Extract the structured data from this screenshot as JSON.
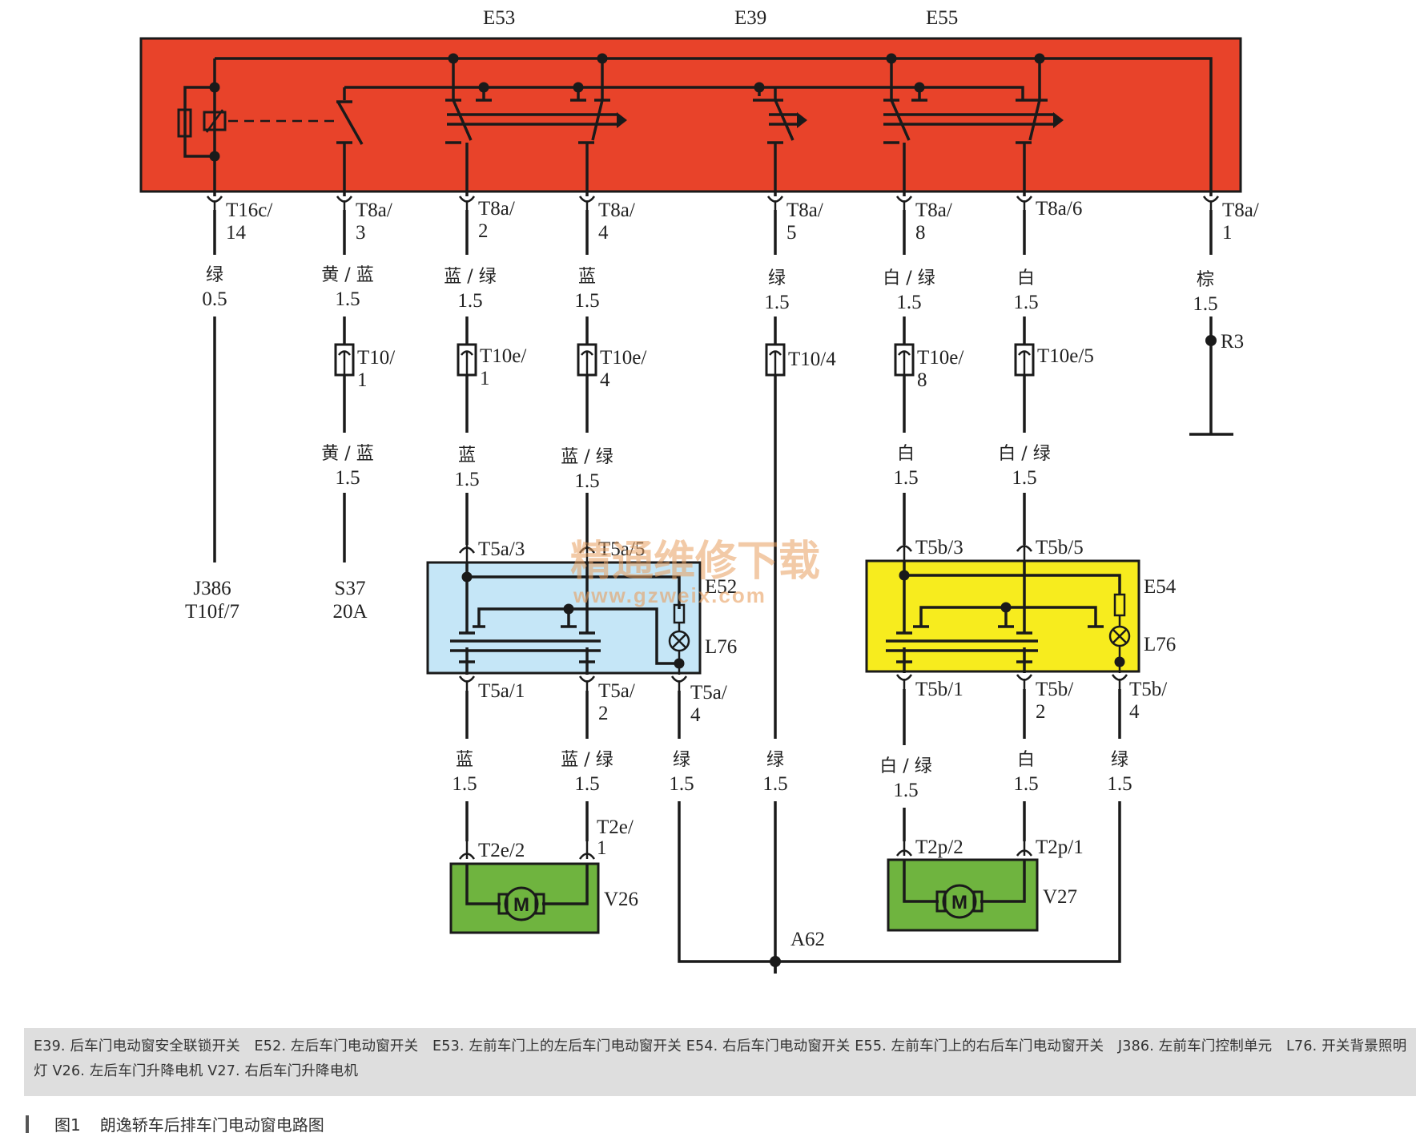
{
  "switch_labels": {
    "e53": "E53",
    "e39": "E39",
    "e55": "E55"
  },
  "pins_top": [
    {
      "a": "T16c/",
      "b": "14"
    },
    {
      "a": "T8a/",
      "b": "3"
    },
    {
      "a": "T8a/",
      "b": "2"
    },
    {
      "a": "T8a/",
      "b": "4"
    },
    {
      "a": "T8a/",
      "b": "5"
    },
    {
      "a": "T8a/",
      "b": "8"
    },
    {
      "a": "T8a/6",
      "b": ""
    },
    {
      "a": "T8a/",
      "b": "1"
    }
  ],
  "wires_upper": [
    {
      "color": "绿",
      "size": "0.5"
    },
    {
      "color": "黄 / 蓝",
      "size": "1.5"
    },
    {
      "color": "蓝 / 绿",
      "size": "1.5"
    },
    {
      "color": "蓝",
      "size": "1.5"
    },
    {
      "color": "绿",
      "size": "1.5"
    },
    {
      "color": "白 / 绿",
      "size": "1.5"
    },
    {
      "color": "白",
      "size": "1.5"
    },
    {
      "color": "棕",
      "size": "1.5"
    }
  ],
  "connectors_mid": [
    {
      "a": "T10/",
      "b": "1"
    },
    {
      "a": "T10e/",
      "b": "1"
    },
    {
      "a": "T10e/",
      "b": "4"
    },
    {
      "a": "T10/4",
      "b": ""
    },
    {
      "a": "T10e/",
      "b": "8"
    },
    {
      "a": "T10e/5",
      "b": ""
    }
  ],
  "ground_label": "R3",
  "wires_middle": [
    {
      "color": "黄 / 蓝",
      "size": "1.5"
    },
    {
      "color": "蓝",
      "size": "1.5"
    },
    {
      "color": "蓝 / 绿",
      "size": "1.5"
    },
    {
      "color": "白",
      "size": "1.5"
    },
    {
      "color": "白 / 绿",
      "size": "1.5"
    }
  ],
  "destinations": [
    {
      "a": "J386",
      "b": "T10f/7"
    },
    {
      "a": "S37",
      "b": "20A"
    }
  ],
  "e52": {
    "label": "E52",
    "lamp": "L76",
    "pins_top": [
      "T5a/3",
      "T5a/5"
    ],
    "pins_bottom": [
      {
        "a": "T5a/1",
        "b": ""
      },
      {
        "a": "T5a/",
        "b": "2"
      },
      {
        "a": "T5a/",
        "b": "4"
      }
    ]
  },
  "e54": {
    "label": "E54",
    "lamp": "L76",
    "pins_top": [
      "T5b/3",
      "T5b/5"
    ],
    "pins_bottom": [
      {
        "a": "T5b/1",
        "b": ""
      },
      {
        "a": "T5b/",
        "b": "2"
      },
      {
        "a": "T5b/",
        "b": "4"
      }
    ]
  },
  "wires_lower": [
    {
      "color": "蓝",
      "size": "1.5"
    },
    {
      "color": "蓝 / 绿",
      "size": "1.5"
    },
    {
      "color": "绿",
      "size": "1.5"
    },
    {
      "color": "绿",
      "size": "1.5"
    },
    {
      "color": "白 / 绿",
      "size": "1.5"
    },
    {
      "color": "白",
      "size": "1.5"
    },
    {
      "color": "绿",
      "size": "1.5"
    }
  ],
  "v26": {
    "label": "V26",
    "pin_left": "T2e/2",
    "pin_right_a": "T2e/",
    "pin_right_b": "1"
  },
  "v27": {
    "label": "V27",
    "pin_left": "T2p/2",
    "pin_right": "T2p/1"
  },
  "ground_point": "A62",
  "watermark": {
    "cn": "精通维修下载",
    "url": "www.gzweix.com"
  },
  "legend": "E39. 后车门电动窗安全联锁开关　E52. 左后车门电动窗开关　E53. 左前车门上的左后车门电动窗开关 E54. 右后车门电动窗开关 E55. 左前车门上的右后车门电动窗开关　J386. 左前车门控制单元　L76. 开关背景照明灯 V26. 左后车门升降电机 V27. 右后车门升降电机",
  "caption": {
    "fig": "图1",
    "title": "朗逸轿车后排车门电动窗电路图"
  },
  "colors": {
    "switch_box": "#e8432a",
    "e52_box": "#c5e6f7",
    "e54_box": "#f7ec1e",
    "motor_box": "#6fb43f",
    "legend_bg": "#dedede"
  }
}
